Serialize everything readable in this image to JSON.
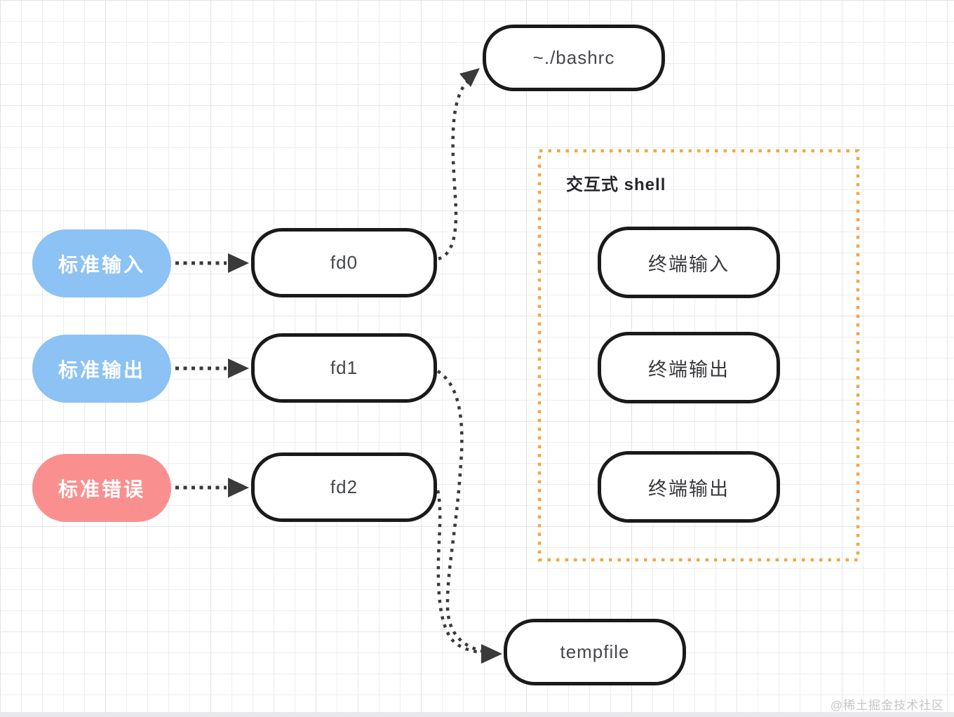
{
  "diagram": {
    "nodes": {
      "stdin": {
        "label": "标准输入"
      },
      "stdout": {
        "label": "标准输出"
      },
      "stderr": {
        "label": "标准错误"
      },
      "fd0": {
        "label": "fd0"
      },
      "fd1": {
        "label": "fd1"
      },
      "fd2": {
        "label": "fd2"
      },
      "bashrc": {
        "label": "~./bashrc"
      },
      "tempfile": {
        "label": "tempfile"
      },
      "terminal_input": {
        "label": "终端输入"
      },
      "terminal_output_1": {
        "label": "终端输出"
      },
      "terminal_output_2": {
        "label": "终端输出"
      }
    },
    "group": {
      "title": "交互式 shell"
    },
    "edges": [
      {
        "from": "stdin",
        "to": "fd0",
        "style": "dotted-arrow"
      },
      {
        "from": "stdout",
        "to": "fd1",
        "style": "dotted-arrow"
      },
      {
        "from": "stderr",
        "to": "fd2",
        "style": "dotted-arrow"
      },
      {
        "from": "fd0",
        "to": "bashrc",
        "style": "dotted-curve-arrow"
      },
      {
        "from": "fd1",
        "to": "tempfile",
        "style": "dotted-curve-arrow"
      },
      {
        "from": "fd2",
        "to": "tempfile",
        "style": "dotted-curve-arrow"
      }
    ]
  },
  "watermark": {
    "text": "@稀土掘金技术社区"
  },
  "colors": {
    "stdin_fill": "#8CC2F4",
    "stdout_fill": "#8CC2F4",
    "stderr_fill": "#F9908F",
    "node_border": "#1A1A1A",
    "arrow": "#3A3A3A",
    "group_border": "#F0A848",
    "grid_line": "#EDEDEE",
    "watermark_color": "#C6C6C6"
  }
}
